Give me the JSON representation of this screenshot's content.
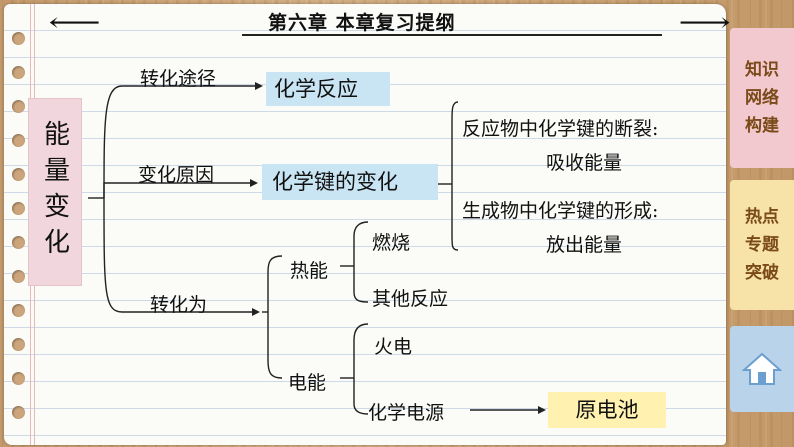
{
  "header": {
    "title": "第六章  本章复习提纲"
  },
  "nav": {
    "prev_icon": "arrow-left-icon",
    "next_icon": "arrow-right-icon"
  },
  "root": {
    "label": "能量变化"
  },
  "branches": {
    "pathway_label": "转化途径",
    "pathway_target": "化学反应",
    "cause_label": "变化原因",
    "cause_target": "化学键的变化",
    "cause_detail_1_line1": "反应物中化学键的断裂:",
    "cause_detail_1_line2": "吸收能量",
    "cause_detail_2_line1": "生成物中化学键的形成:",
    "cause_detail_2_line2": "放出能量",
    "convert_label": "转化为",
    "heat_label": "热能",
    "heat_item_1": "燃烧",
    "heat_item_2": "其他反应",
    "elec_label": "电能",
    "elec_item_1": "火电",
    "elec_item_2": "化学电源",
    "elec_item_2_target": "原电池"
  },
  "sidebar": {
    "tab_1": "知识网络构建",
    "tab_2": "热点专题突破",
    "home_icon": "home-icon"
  },
  "colors": {
    "blue_box": "#c9e4f3",
    "yellow_box": "#fff2b0",
    "pink_box": "#f1d7dd",
    "tab_1_bg": "#f2c9cf",
    "tab_2_bg": "#f7e3a8",
    "tab_3_bg": "#b8d3ea"
  }
}
